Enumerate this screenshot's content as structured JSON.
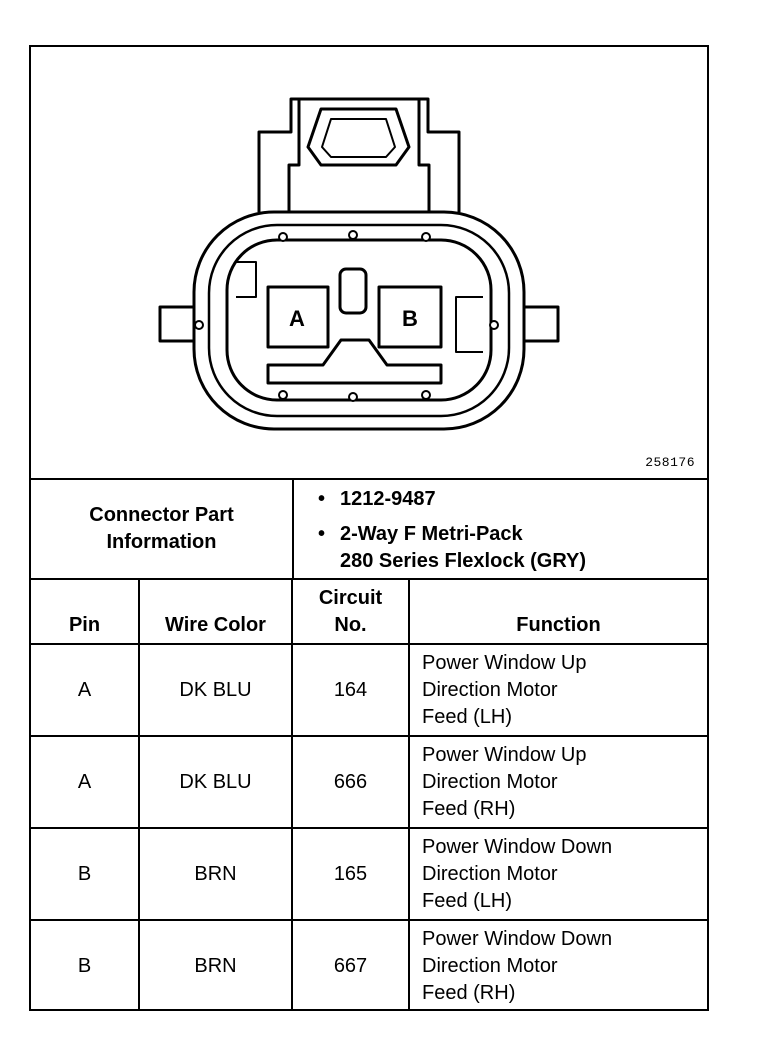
{
  "figure_id": "258176",
  "connector": {
    "pin_labels": [
      "A",
      "B"
    ]
  },
  "info": {
    "label_lines": [
      "Connector Part",
      "Information"
    ],
    "bullets": [
      "1212-9487",
      "2-Way F Metri-Pack",
      "280 Series Flexlock (GRY)"
    ]
  },
  "table": {
    "headers": {
      "pin": "Pin",
      "wire_color": "Wire Color",
      "circuit_line1": "Circuit",
      "circuit_line2": "No.",
      "function": "Function"
    },
    "rows": [
      {
        "pin": "A",
        "wire_color": "DK BLU",
        "circuit": "164",
        "function": [
          "Power Window Up",
          "Direction Motor",
          "Feed (LH)"
        ]
      },
      {
        "pin": "A",
        "wire_color": "DK BLU",
        "circuit": "666",
        "function": [
          "Power Window Up",
          "Direction Motor",
          "Feed (RH)"
        ]
      },
      {
        "pin": "B",
        "wire_color": "BRN",
        "circuit": "165",
        "function": [
          "Power Window Down",
          "Direction Motor",
          "Feed (LH)"
        ]
      },
      {
        "pin": "B",
        "wire_color": "BRN",
        "circuit": "667",
        "function": [
          "Power Window Down",
          "Direction Motor",
          "Feed (RH)"
        ]
      }
    ]
  }
}
